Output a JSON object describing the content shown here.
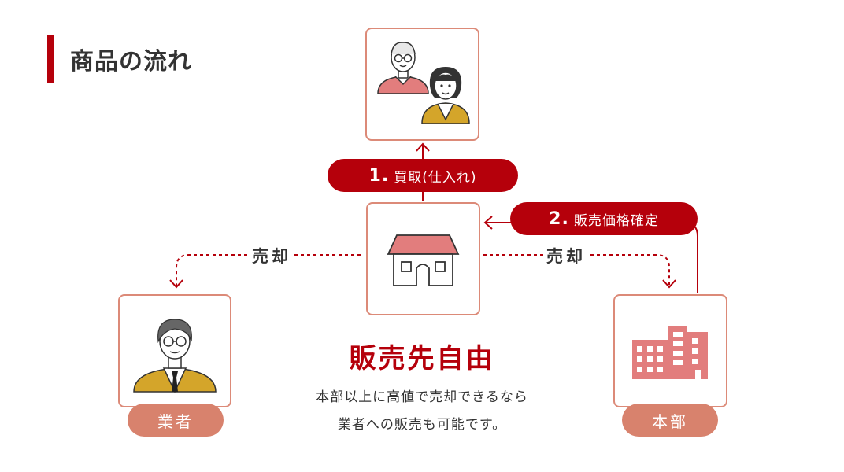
{
  "heading": {
    "title": "商品の流れ"
  },
  "steps": [
    {
      "number": "1.",
      "label": "買取(仕入れ)"
    },
    {
      "number": "2.",
      "label": "販売価格確定"
    }
  ],
  "sell_labels": {
    "left": "売却",
    "right": "売却"
  },
  "roles": {
    "dealer": "業者",
    "hq": "本部"
  },
  "center": {
    "title": "販売先自由",
    "line1": "本部以上に高値で売却できるなら",
    "line2": "業者への販売も可能です。"
  },
  "colors": {
    "accent_red": "#b5000b",
    "salmon": "#d8826d",
    "box_border": "#dc8a78",
    "pink": "#e27d7d",
    "mustard": "#d4a52a"
  },
  "icons": {
    "customers": "elderly-couple-icon",
    "store": "house-icon",
    "dealer": "businessman-icon",
    "hq": "office-building-icon"
  }
}
